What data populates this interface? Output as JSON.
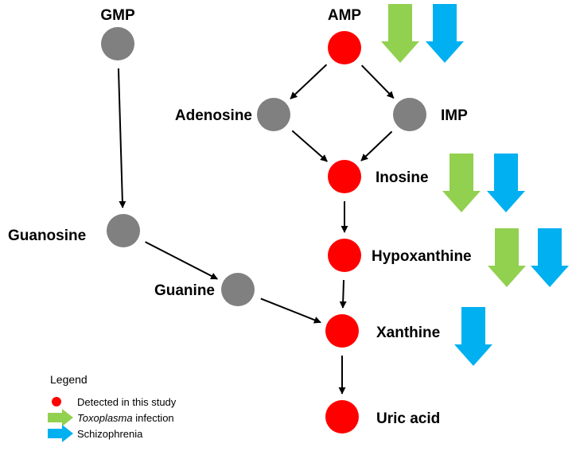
{
  "colors": {
    "detected": "#ff0000",
    "not_detected": "#808080",
    "toxoplasma": "#92d050",
    "schizophrenia": "#00b0f0",
    "edge": "#000000"
  },
  "nodes": {
    "gmp": {
      "label": "GMP",
      "detected": false
    },
    "amp": {
      "label": "AMP",
      "detected": true
    },
    "adenosine": {
      "label": "Adenosine",
      "detected": false
    },
    "imp": {
      "label": "IMP",
      "detected": false
    },
    "inosine": {
      "label": "Inosine",
      "detected": true
    },
    "guanosine": {
      "label": "Guanosine",
      "detected": false
    },
    "hypoxanthine": {
      "label": "Hypoxanthine",
      "detected": true
    },
    "guanine": {
      "label": "Guanine",
      "detected": false
    },
    "xanthine": {
      "label": "Xanthine",
      "detected": true
    },
    "uric_acid": {
      "label": "Uric acid",
      "detected": true
    }
  },
  "edges": [
    {
      "from": "gmp",
      "to": "guanosine"
    },
    {
      "from": "amp",
      "to": "adenosine"
    },
    {
      "from": "amp",
      "to": "imp"
    },
    {
      "from": "adenosine",
      "to": "inosine"
    },
    {
      "from": "imp",
      "to": "inosine"
    },
    {
      "from": "inosine",
      "to": "hypoxanthine"
    },
    {
      "from": "hypoxanthine",
      "to": "xanthine"
    },
    {
      "from": "guanosine",
      "to": "guanine"
    },
    {
      "from": "guanine",
      "to": "xanthine"
    },
    {
      "from": "xanthine",
      "to": "uric_acid"
    }
  ],
  "changes": {
    "amp": {
      "toxoplasma": "decrease",
      "schizophrenia": "decrease"
    },
    "inosine": {
      "toxoplasma": "decrease",
      "schizophrenia": "decrease"
    },
    "hypoxanthine": {
      "toxoplasma": "decrease",
      "schizophrenia": "decrease"
    },
    "xanthine": {
      "schizophrenia": "decrease"
    }
  },
  "legend": {
    "title": "Legend",
    "detected_label": "Detected in this study",
    "toxoplasma_label_italic": "Toxoplasma",
    "toxoplasma_label_rest": " infection",
    "schizophrenia_label": "Schizophrenia"
  }
}
